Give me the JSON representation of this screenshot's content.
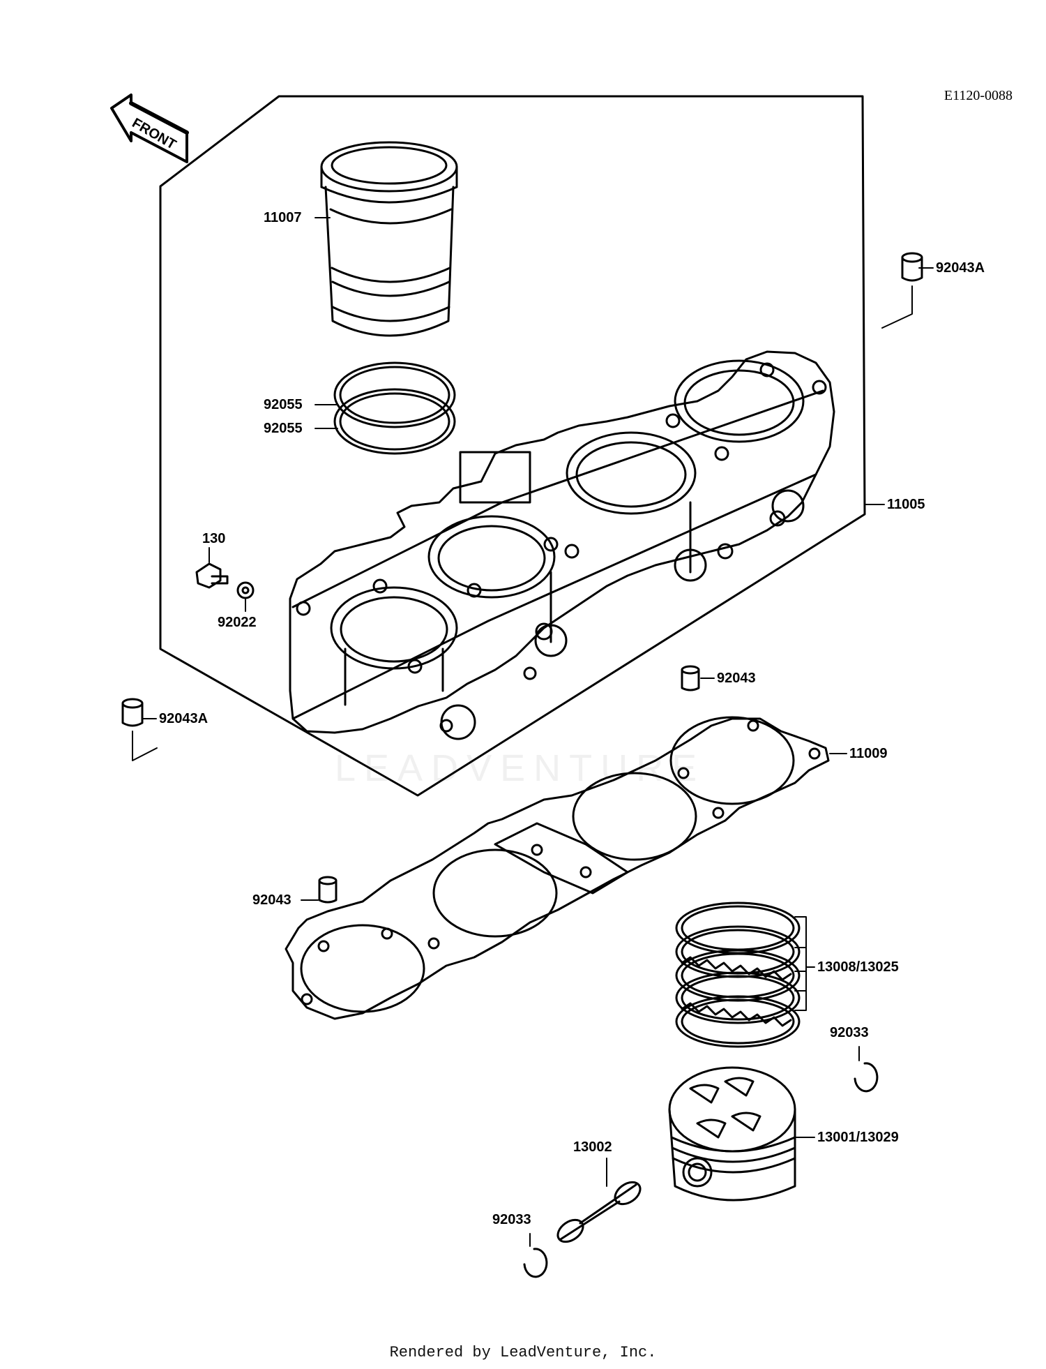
{
  "diagram_code": "E1120-0088",
  "front_arrow_label": "FRONT",
  "watermark": "LEADVENTURE",
  "footer": "Rendered by LeadVenture, Inc.",
  "callouts": {
    "p11007": "11007",
    "p92055a": "92055",
    "p92055b": "92055",
    "p92043a_top": "92043A",
    "p11005": "11005",
    "p130": "130",
    "p92022": "92022",
    "p92043a_left": "92043A",
    "p92043_mid": "92043",
    "p11009": "11009",
    "p92043_low": "92043",
    "p13008": "13008/13025",
    "p92033_right": "92033",
    "p13001": "13001/13029",
    "p13002": "13002",
    "p92033_left": "92033"
  }
}
